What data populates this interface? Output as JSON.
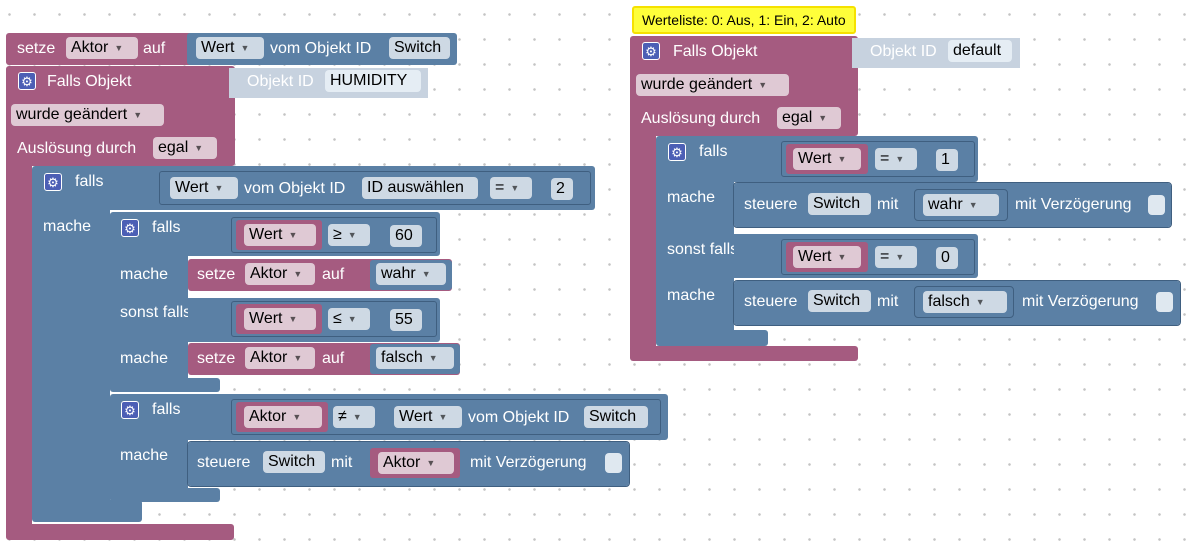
{
  "comment": "Werteliste: 0: Aus, 1: Ein, 2: Auto",
  "kw": {
    "setze": "setze",
    "auf": "auf",
    "vom_objekt_id": "vom Objekt ID",
    "falls_objekt": "Falls Objekt",
    "objekt_id": "Objekt ID",
    "ausloesung": "Auslösung durch",
    "falls": "falls",
    "mache": "mache",
    "sonst_falls": "sonst falls",
    "steuere": "steuere",
    "mit": "mit",
    "mit_verz": "mit Verzögerung"
  },
  "left": {
    "set_var": "Aktor",
    "set_src": "Wert",
    "set_obj": "Switch",
    "trigger_obj": "HUMIDITY",
    "trigger_mode": "wurde geändert",
    "trigger_by": "egal",
    "if1_lhs": "Wert",
    "if1_obj": "ID auswählen",
    "if1_op": "=",
    "if1_rhs": "2",
    "if2_lhs": "Wert",
    "if2_op": "≥",
    "if2_rhs": "60",
    "do1_var": "Aktor",
    "do1_val": "wahr",
    "elif_lhs": "Wert",
    "elif_op": "≤",
    "elif_rhs": "55",
    "do2_var": "Aktor",
    "do2_val": "falsch",
    "if3_lhs": "Aktor",
    "if3_op": "≠",
    "if3_rhs": "Wert",
    "if3_obj": "Switch",
    "ctl_obj": "Switch",
    "ctl_val": "Aktor"
  },
  "right": {
    "trigger_obj": "default",
    "trigger_mode": "wurde geändert",
    "trigger_by": "egal",
    "if_lhs": "Wert",
    "if_op": "=",
    "if_rhs": "1",
    "ctl1_obj": "Switch",
    "ctl1_val": "wahr",
    "elif_lhs": "Wert",
    "elif_op": "=",
    "elif_rhs": "0",
    "ctl2_obj": "Switch",
    "ctl2_val": "falsch"
  },
  "icons": {
    "gear": "⚙",
    "dropdown": "▼"
  }
}
